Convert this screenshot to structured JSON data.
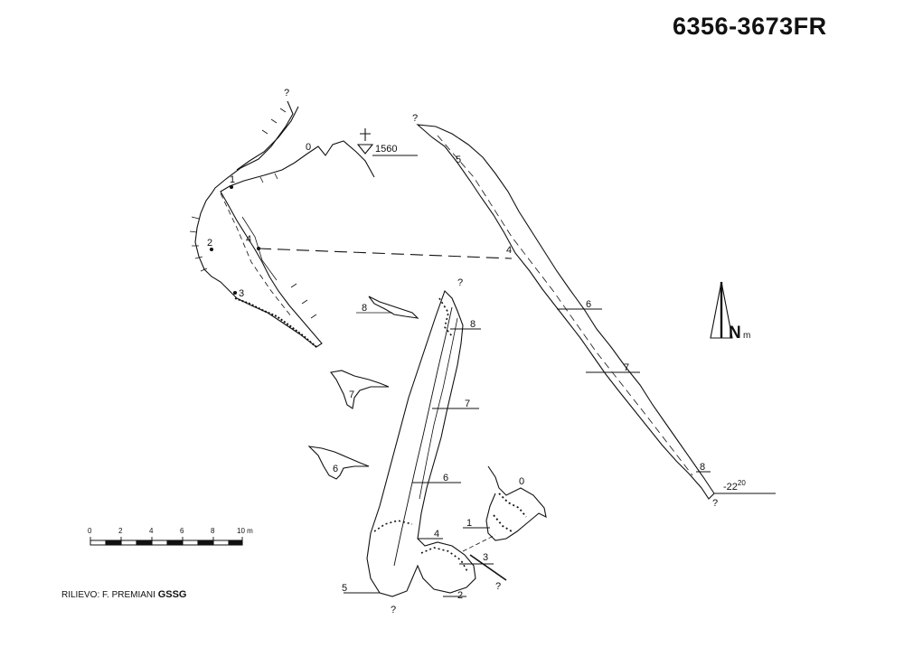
{
  "header": {
    "cave_code": "6356-3673FR"
  },
  "credits": {
    "prefix": "RILIEVO: F. PREMIANI",
    "organization": "GSSG"
  },
  "plan": {
    "elevation": "1560",
    "station_labels": [
      "0",
      "1",
      "2",
      "3",
      "4"
    ],
    "unknown_mark": "?"
  },
  "profile": {
    "station_labels": [
      "5",
      "4",
      "6",
      "7",
      "8"
    ],
    "depth_value": "-22",
    "depth_super": "20",
    "unknown_mark": "?"
  },
  "section_plan": {
    "station_labels": [
      "8",
      "7",
      "6",
      "4",
      "3",
      "2",
      "5",
      "1",
      "0"
    ],
    "unknown_mark": "?"
  },
  "cross_sections": {
    "labels": [
      "8",
      "7",
      "6"
    ]
  },
  "north_arrow": {
    "label": "N",
    "sub": "m"
  },
  "scale_bar": {
    "ticks": [
      "0",
      "2",
      "4",
      "6",
      "8",
      "10 m"
    ]
  }
}
